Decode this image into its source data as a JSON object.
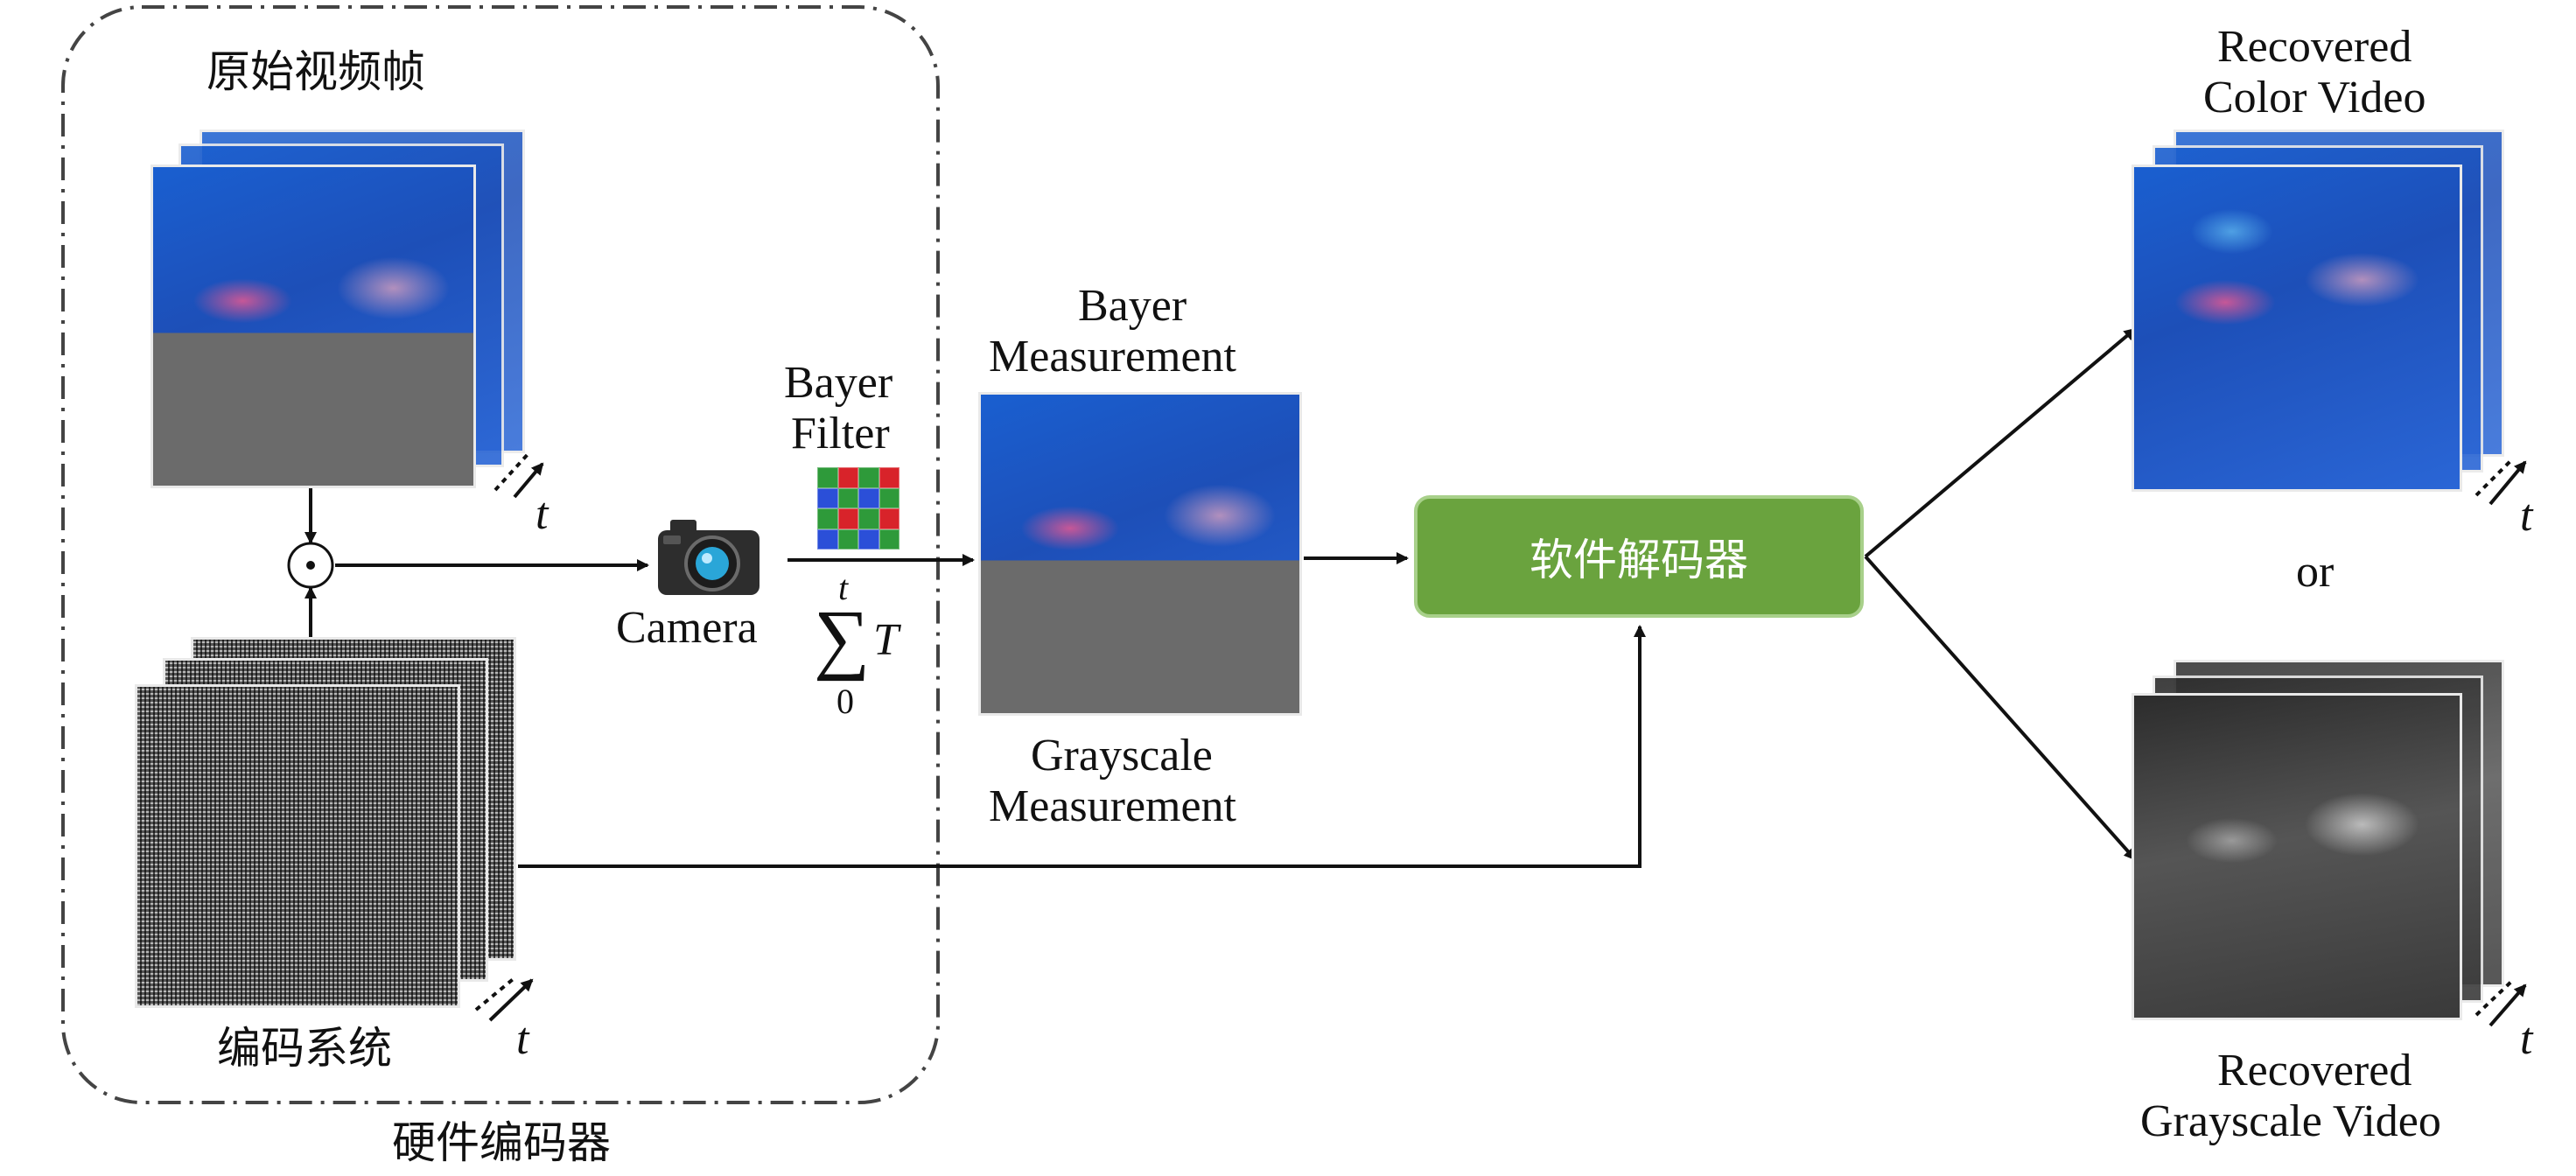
{
  "hardware_encoder": {
    "label": "硬件编码器",
    "original_frames_label": "原始视频帧",
    "coding_system_label": "编码系统",
    "time_symbol_top": "t",
    "time_symbol_bottom": "t"
  },
  "camera": {
    "label": "Camera"
  },
  "bayer_filter": {
    "label_line1": "Bayer",
    "label_line2": "Filter",
    "grid_colors": [
      [
        "#2e9a3a",
        "#d8232a",
        "#2e9a3a",
        "#d8232a"
      ],
      [
        "#2b4fd8",
        "#2e9a3a",
        "#2b4fd8",
        "#2e9a3a"
      ],
      [
        "#2e9a3a",
        "#d8232a",
        "#2e9a3a",
        "#d8232a"
      ],
      [
        "#2b4fd8",
        "#2e9a3a",
        "#2b4fd8",
        "#2e9a3a"
      ]
    ]
  },
  "sum_formula": {
    "upper": "t",
    "sigma": "∑",
    "term": "T",
    "lower": "0"
  },
  "measurement": {
    "top_line1": "Bayer",
    "top_line2": "Measurement",
    "bottom_line1": "Grayscale",
    "bottom_line2": "Measurement"
  },
  "decoder": {
    "label": "软件解码器",
    "color": "#6aa33e"
  },
  "outputs": {
    "color_line1": "Recovered",
    "color_line2": "Color Video",
    "or_label": "or",
    "gray_line1": "Recovered",
    "gray_line2": "Grayscale Video",
    "time_symbol_color": "t",
    "time_symbol_gray": "t"
  },
  "operator": {
    "symbol": "⊙"
  }
}
